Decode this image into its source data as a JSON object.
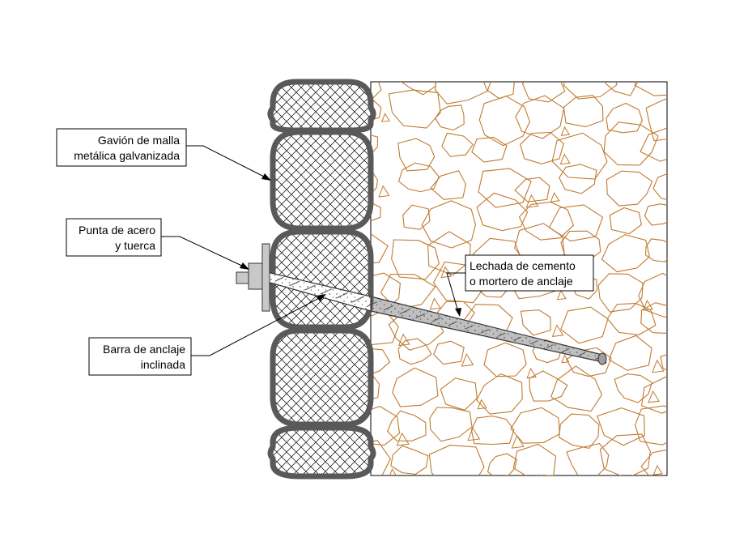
{
  "labels": {
    "gabion": {
      "line1": "Gavión de malla",
      "line2": "metálica galvanizada"
    },
    "nut": {
      "line1": "Punta de acero",
      "line2": "y tuerca"
    },
    "bar": {
      "line1": "Barra de anclaje",
      "line2": "inclinada"
    },
    "grout": {
      "line1": "Lechada de cemento",
      "line2": "o mortero de anclaje"
    }
  },
  "colors": {
    "gabion_frame": "#595959",
    "mesh": "#000000",
    "rock_outline": "#c07a30",
    "bar_fill": "#bdbdbd",
    "plate_fill": "#c8c8c8",
    "leader": "#000000"
  }
}
